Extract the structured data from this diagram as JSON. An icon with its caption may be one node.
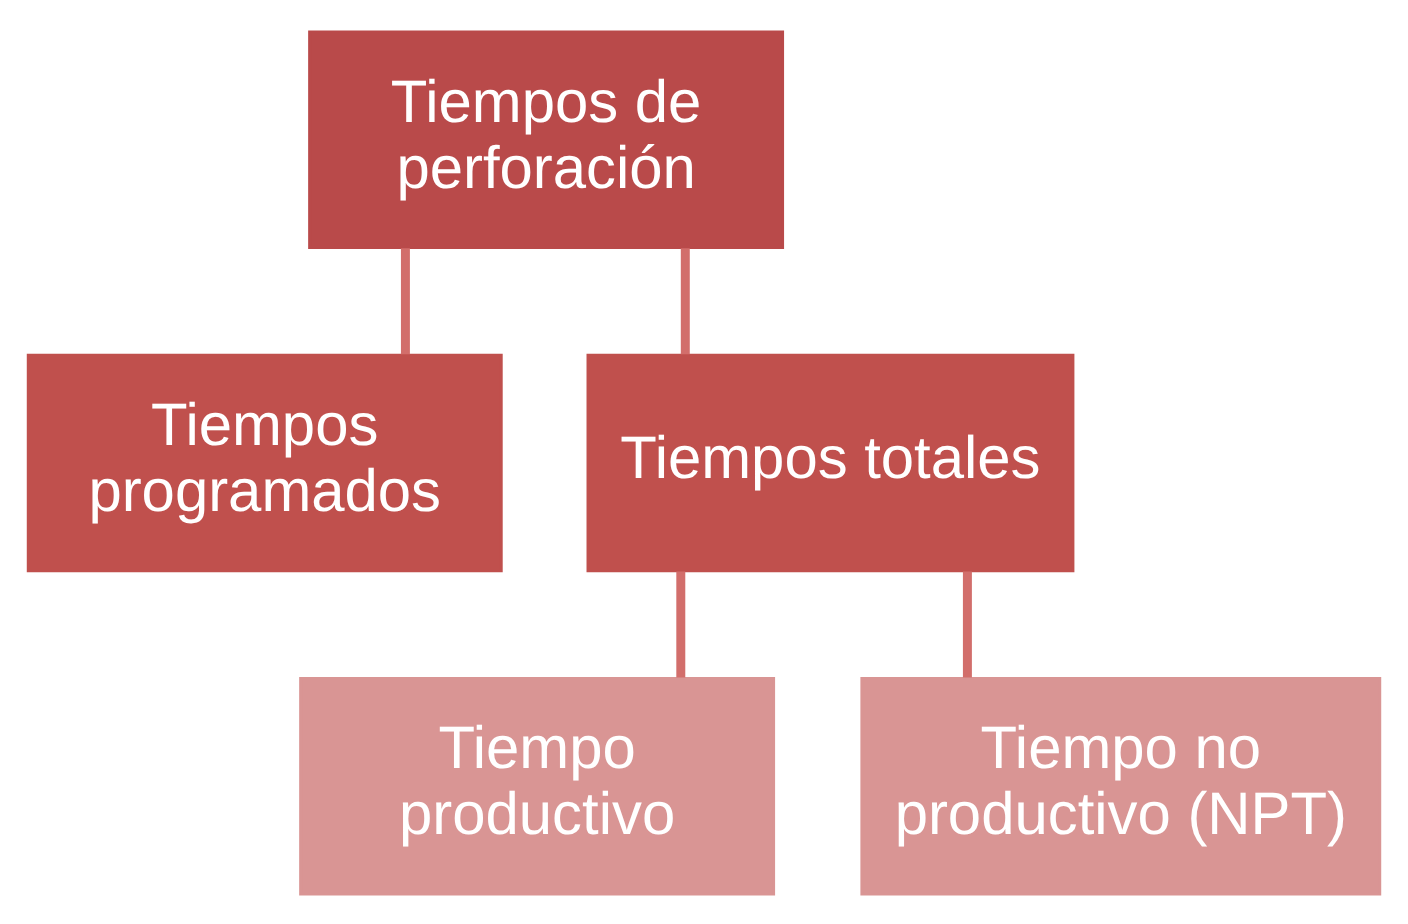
{
  "diagram": {
    "nodes": [
      {
        "text": [
          "Tiempos de perforación"
        ]
      },
      {
        "text": [
          "Tiempos programados"
        ]
      },
      {
        "text": [
          "Tiempos totales"
        ]
      },
      {
        "text": [
          "Tiempo productivo"
        ]
      },
      {
        "text": [
          "Tiempo no productivo (NPT)"
        ]
      }
    ],
    "edges": [
      {
        "from": 0,
        "to": 1,
        "arrow": "none"
      },
      {
        "from": 0,
        "to": 2,
        "arrow": "none"
      },
      {
        "from": 2,
        "to": 3,
        "arrow": "none"
      },
      {
        "from": 2,
        "to": 4,
        "arrow": "none"
      }
    ]
  }
}
